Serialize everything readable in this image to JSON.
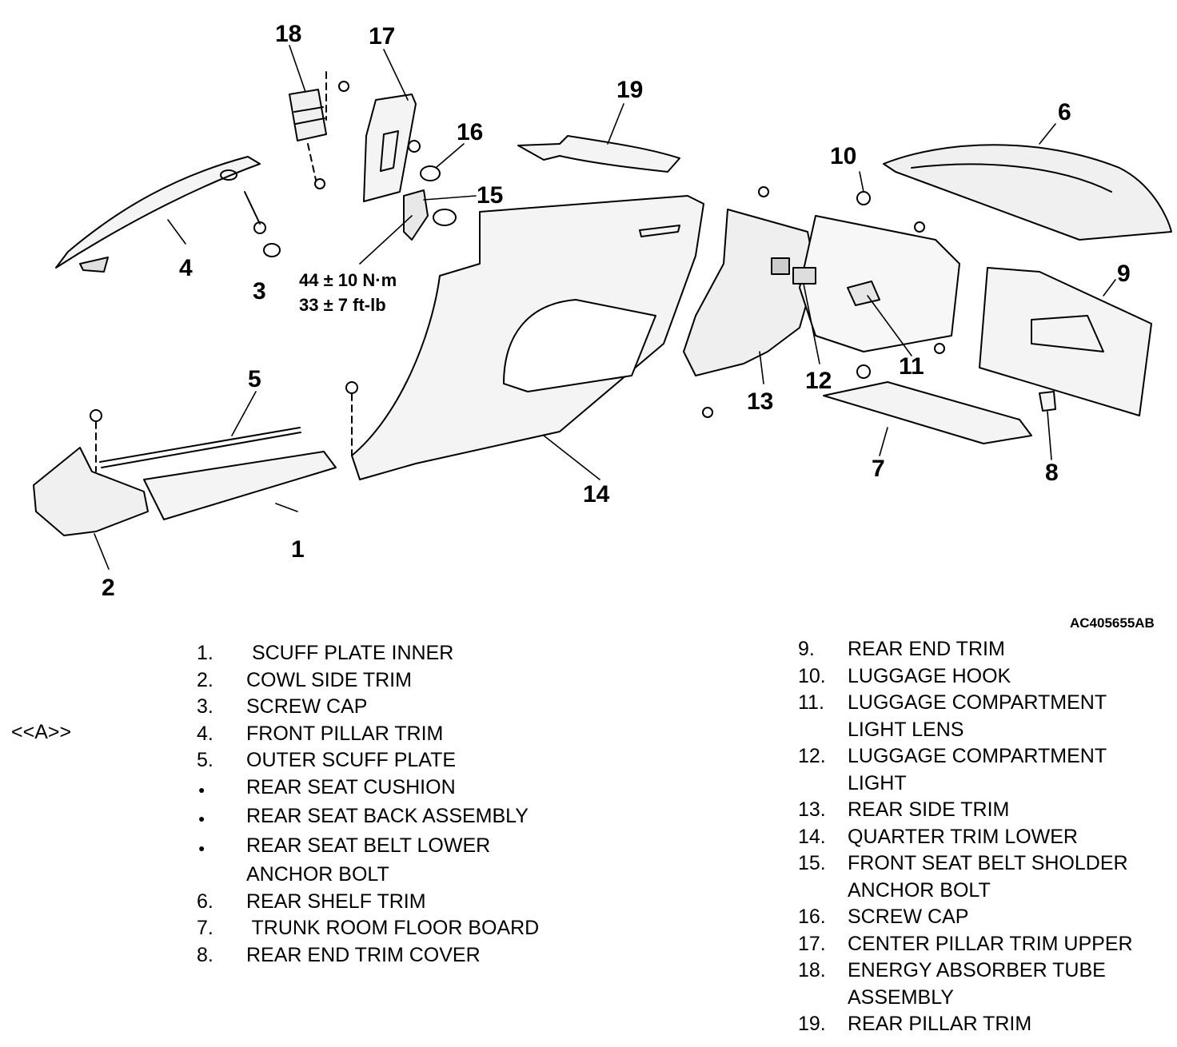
{
  "diagram": {
    "callouts": [
      "1",
      "2",
      "3",
      "4",
      "5",
      "6",
      "7",
      "8",
      "9",
      "10",
      "11",
      "12",
      "13",
      "14",
      "15",
      "16",
      "17",
      "18",
      "19"
    ],
    "torque": [
      "44 ± 10 N·m",
      "33 ± 7 ft-lb"
    ],
    "figure_id": "AC405655AB"
  },
  "reference_mark": "<<A>>",
  "legend_left": [
    {
      "num": "1.",
      "text": " SCUFF PLATE INNER"
    },
    {
      "num": "2.",
      "text": "COWL SIDE TRIM"
    },
    {
      "num": "3.",
      "text": "SCREW CAP"
    },
    {
      "num": "4.",
      "text": "FRONT PILLAR TRIM"
    },
    {
      "num": "5.",
      "text": "OUTER SCUFF PLATE"
    },
    {
      "num": "",
      "text": "REAR SEAT CUSHION"
    },
    {
      "num": "",
      "text": "REAR SEAT BACK ASSEMBLY"
    },
    {
      "num": "",
      "text": "REAR SEAT BELT LOWER"
    },
    {
      "num": "",
      "text": "ANCHOR BOLT"
    },
    {
      "num": "6.",
      "text": "REAR SHELF TRIM"
    },
    {
      "num": "7.",
      "text": " TRUNK ROOM FLOOR BOARD"
    },
    {
      "num": "8.",
      "text": "REAR END TRIM COVER"
    }
  ],
  "legend_right": [
    {
      "num": "9.",
      "text": "REAR END TRIM"
    },
    {
      "num": "10.",
      "text": "LUGGAGE HOOK"
    },
    {
      "num": "11.",
      "text": "LUGGAGE COMPARTMENT"
    },
    {
      "num": "",
      "text": "LIGHT LENS"
    },
    {
      "num": "12.",
      "text": "LUGGAGE COMPARTMENT"
    },
    {
      "num": "",
      "text": "LIGHT"
    },
    {
      "num": "13.",
      "text": "REAR SIDE TRIM"
    },
    {
      "num": "14.",
      "text": "QUARTER TRIM LOWER"
    },
    {
      "num": "15.",
      "text": "FRONT SEAT BELT SHOLDER"
    },
    {
      "num": "",
      "text": "ANCHOR BOLT"
    },
    {
      "num": "16.",
      "text": "SCREW CAP"
    },
    {
      "num": "17.",
      "text": "CENTER PILLAR TRIM UPPER"
    },
    {
      "num": "18.",
      "text": "ENERGY ABSORBER TUBE"
    },
    {
      "num": "",
      "text": "ASSEMBLY"
    },
    {
      "num": "19.",
      "text": "REAR PILLAR TRIM"
    }
  ]
}
